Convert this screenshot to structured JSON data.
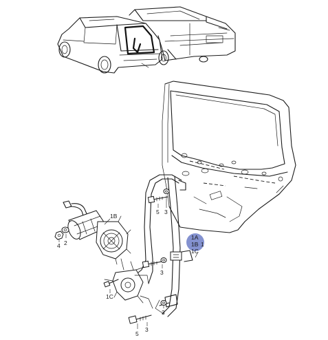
{
  "labels": {
    "motor_1b": "1B",
    "part_2": "2",
    "part_4": "4",
    "part_1c_left": "1C",
    "part_5_top": "5",
    "part_3_top": "3",
    "part_3_mid": "3",
    "part_3_low": "3",
    "part_5_bottom": "5",
    "callout_1a": "1A",
    "callout_1b": "1B",
    "callout_1c": "1C",
    "callout_1": "1"
  },
  "colors": {
    "line": "#1a1a1a",
    "highlight": "#6f7fc8"
  },
  "icons": [
    "car-sedan-illustration",
    "car-hatchback-illustration",
    "rear-door-outline",
    "window-regulator",
    "regulator-motor",
    "screw",
    "washer"
  ]
}
